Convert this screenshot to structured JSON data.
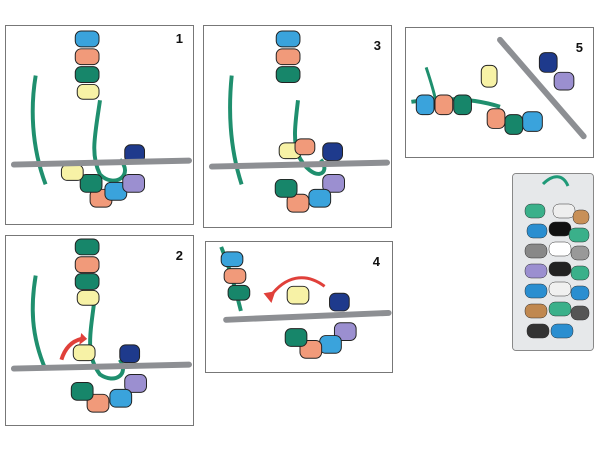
{
  "steps": [
    {
      "number": "1"
    },
    {
      "number": "2"
    },
    {
      "number": "3"
    },
    {
      "number": "4"
    },
    {
      "number": "5"
    }
  ],
  "colors": {
    "yarn": "#1f8f6e",
    "hook": "#8d8f93",
    "bead_blue": "#3aa3dc",
    "bead_salmon": "#f19a7a",
    "bead_teal": "#17866a",
    "bead_yellow": "#f7f2a6",
    "bead_navy": "#1e3a8c",
    "bead_lavender": "#9b8fd0",
    "arrow": "#e0403a"
  }
}
